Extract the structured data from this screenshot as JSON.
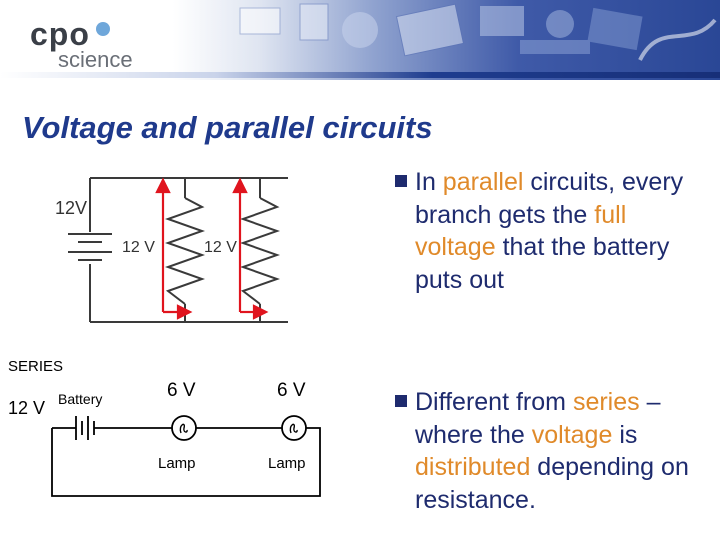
{
  "header": {
    "logo_top": "cpo",
    "logo_bottom": "science"
  },
  "slide": {
    "title": "Voltage and parallel circuits"
  },
  "bullets": [
    {
      "parts": [
        {
          "text": "In ",
          "highlight": false
        },
        {
          "text": "parallel",
          "highlight": true
        },
        {
          "text": " circuits, every branch gets the ",
          "highlight": false
        },
        {
          "text": "full voltage",
          "highlight": true
        },
        {
          "text": " that the battery puts out",
          "highlight": false
        }
      ]
    },
    {
      "parts": [
        {
          "text": "Different from ",
          "highlight": false
        },
        {
          "text": "series",
          "highlight": true
        },
        {
          "text": " – where the ",
          "highlight": false
        },
        {
          "text": "voltage",
          "highlight": true
        },
        {
          "text": " is ",
          "highlight": false
        },
        {
          "text": "distributed",
          "highlight": true
        },
        {
          "text": " depending on resistance",
          "highlight": false
        },
        {
          "text": ".",
          "highlight": false
        }
      ]
    }
  ],
  "parallel_diagram": {
    "battery_voltage": "12V",
    "branch_voltages": [
      "12 V",
      "12 V"
    ]
  },
  "series_diagram": {
    "heading": "SERIES",
    "battery_voltage": "12 V",
    "battery_label": "Battery",
    "lamps": [
      {
        "voltage": "6 V",
        "label": "Lamp"
      },
      {
        "voltage": "6 V",
        "label": "Lamp"
      }
    ]
  },
  "colors": {
    "title": "#1f3a8c",
    "text": "#1e2b6e",
    "highlight": "#e08a2a",
    "arrow": "#e0141e"
  }
}
